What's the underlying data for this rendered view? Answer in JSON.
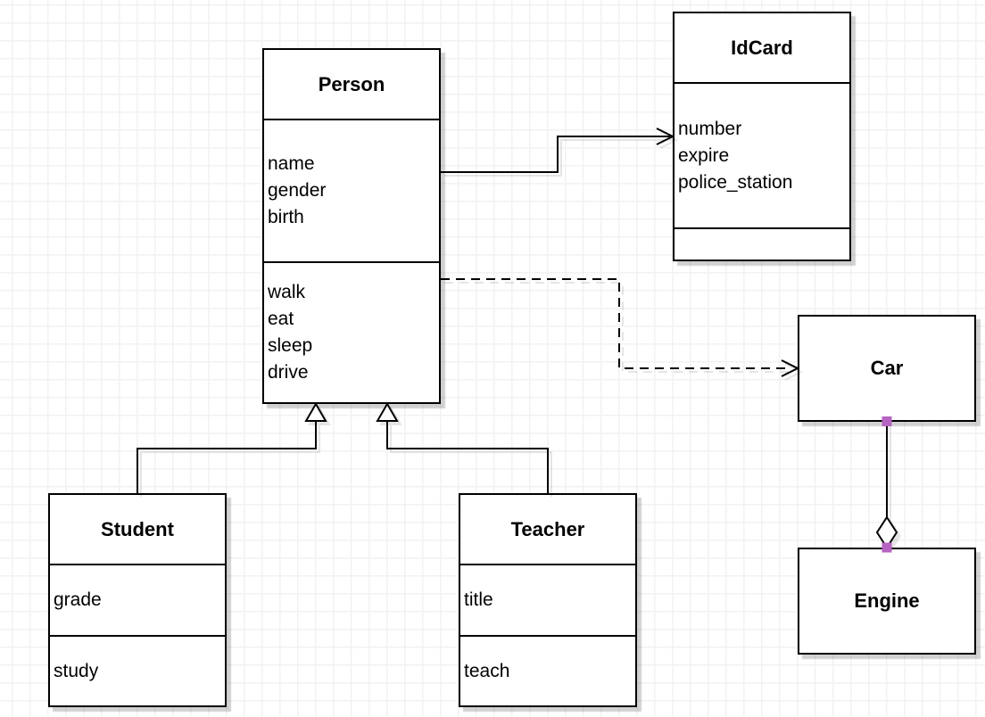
{
  "diagram": {
    "type": "uml-class-diagram",
    "classes": [
      {
        "name": "Person",
        "attributes": [
          "name",
          "gender",
          "birth"
        ],
        "methods": [
          "walk",
          "eat",
          "sleep",
          "drive"
        ]
      },
      {
        "name": "IdCard",
        "attributes": [
          "number",
          "expire",
          "police_station"
        ],
        "methods": []
      },
      {
        "name": "Car",
        "attributes": [],
        "methods": []
      },
      {
        "name": "Engine",
        "attributes": [],
        "methods": []
      },
      {
        "name": "Student",
        "attributes": [
          "grade"
        ],
        "methods": [
          "study"
        ]
      },
      {
        "name": "Teacher",
        "attributes": [
          "title"
        ],
        "methods": [
          "teach"
        ]
      }
    ],
    "relationships": [
      {
        "from": "Person",
        "to": "IdCard",
        "type": "association",
        "line_style": "solid",
        "arrowhead": "open"
      },
      {
        "from": "Person",
        "to": "Car",
        "type": "dependency",
        "line_style": "dashed",
        "arrowhead": "open"
      },
      {
        "from": "Student",
        "to": "Person",
        "type": "generalization",
        "line_style": "solid",
        "arrowhead": "hollow-triangle"
      },
      {
        "from": "Teacher",
        "to": "Person",
        "type": "generalization",
        "line_style": "solid",
        "arrowhead": "hollow-triangle"
      },
      {
        "from": "Car",
        "to": "Engine",
        "type": "aggregation",
        "line_style": "solid",
        "arrowhead": "hollow-diamond",
        "endpoint_markers": "purple-squares"
      }
    ],
    "colors": {
      "stroke": "#000000",
      "box_fill": "#ffffff",
      "endpoint_marker": "#b664c1",
      "grid_line": "#f2f2f2",
      "background": "#ffffff"
    }
  }
}
